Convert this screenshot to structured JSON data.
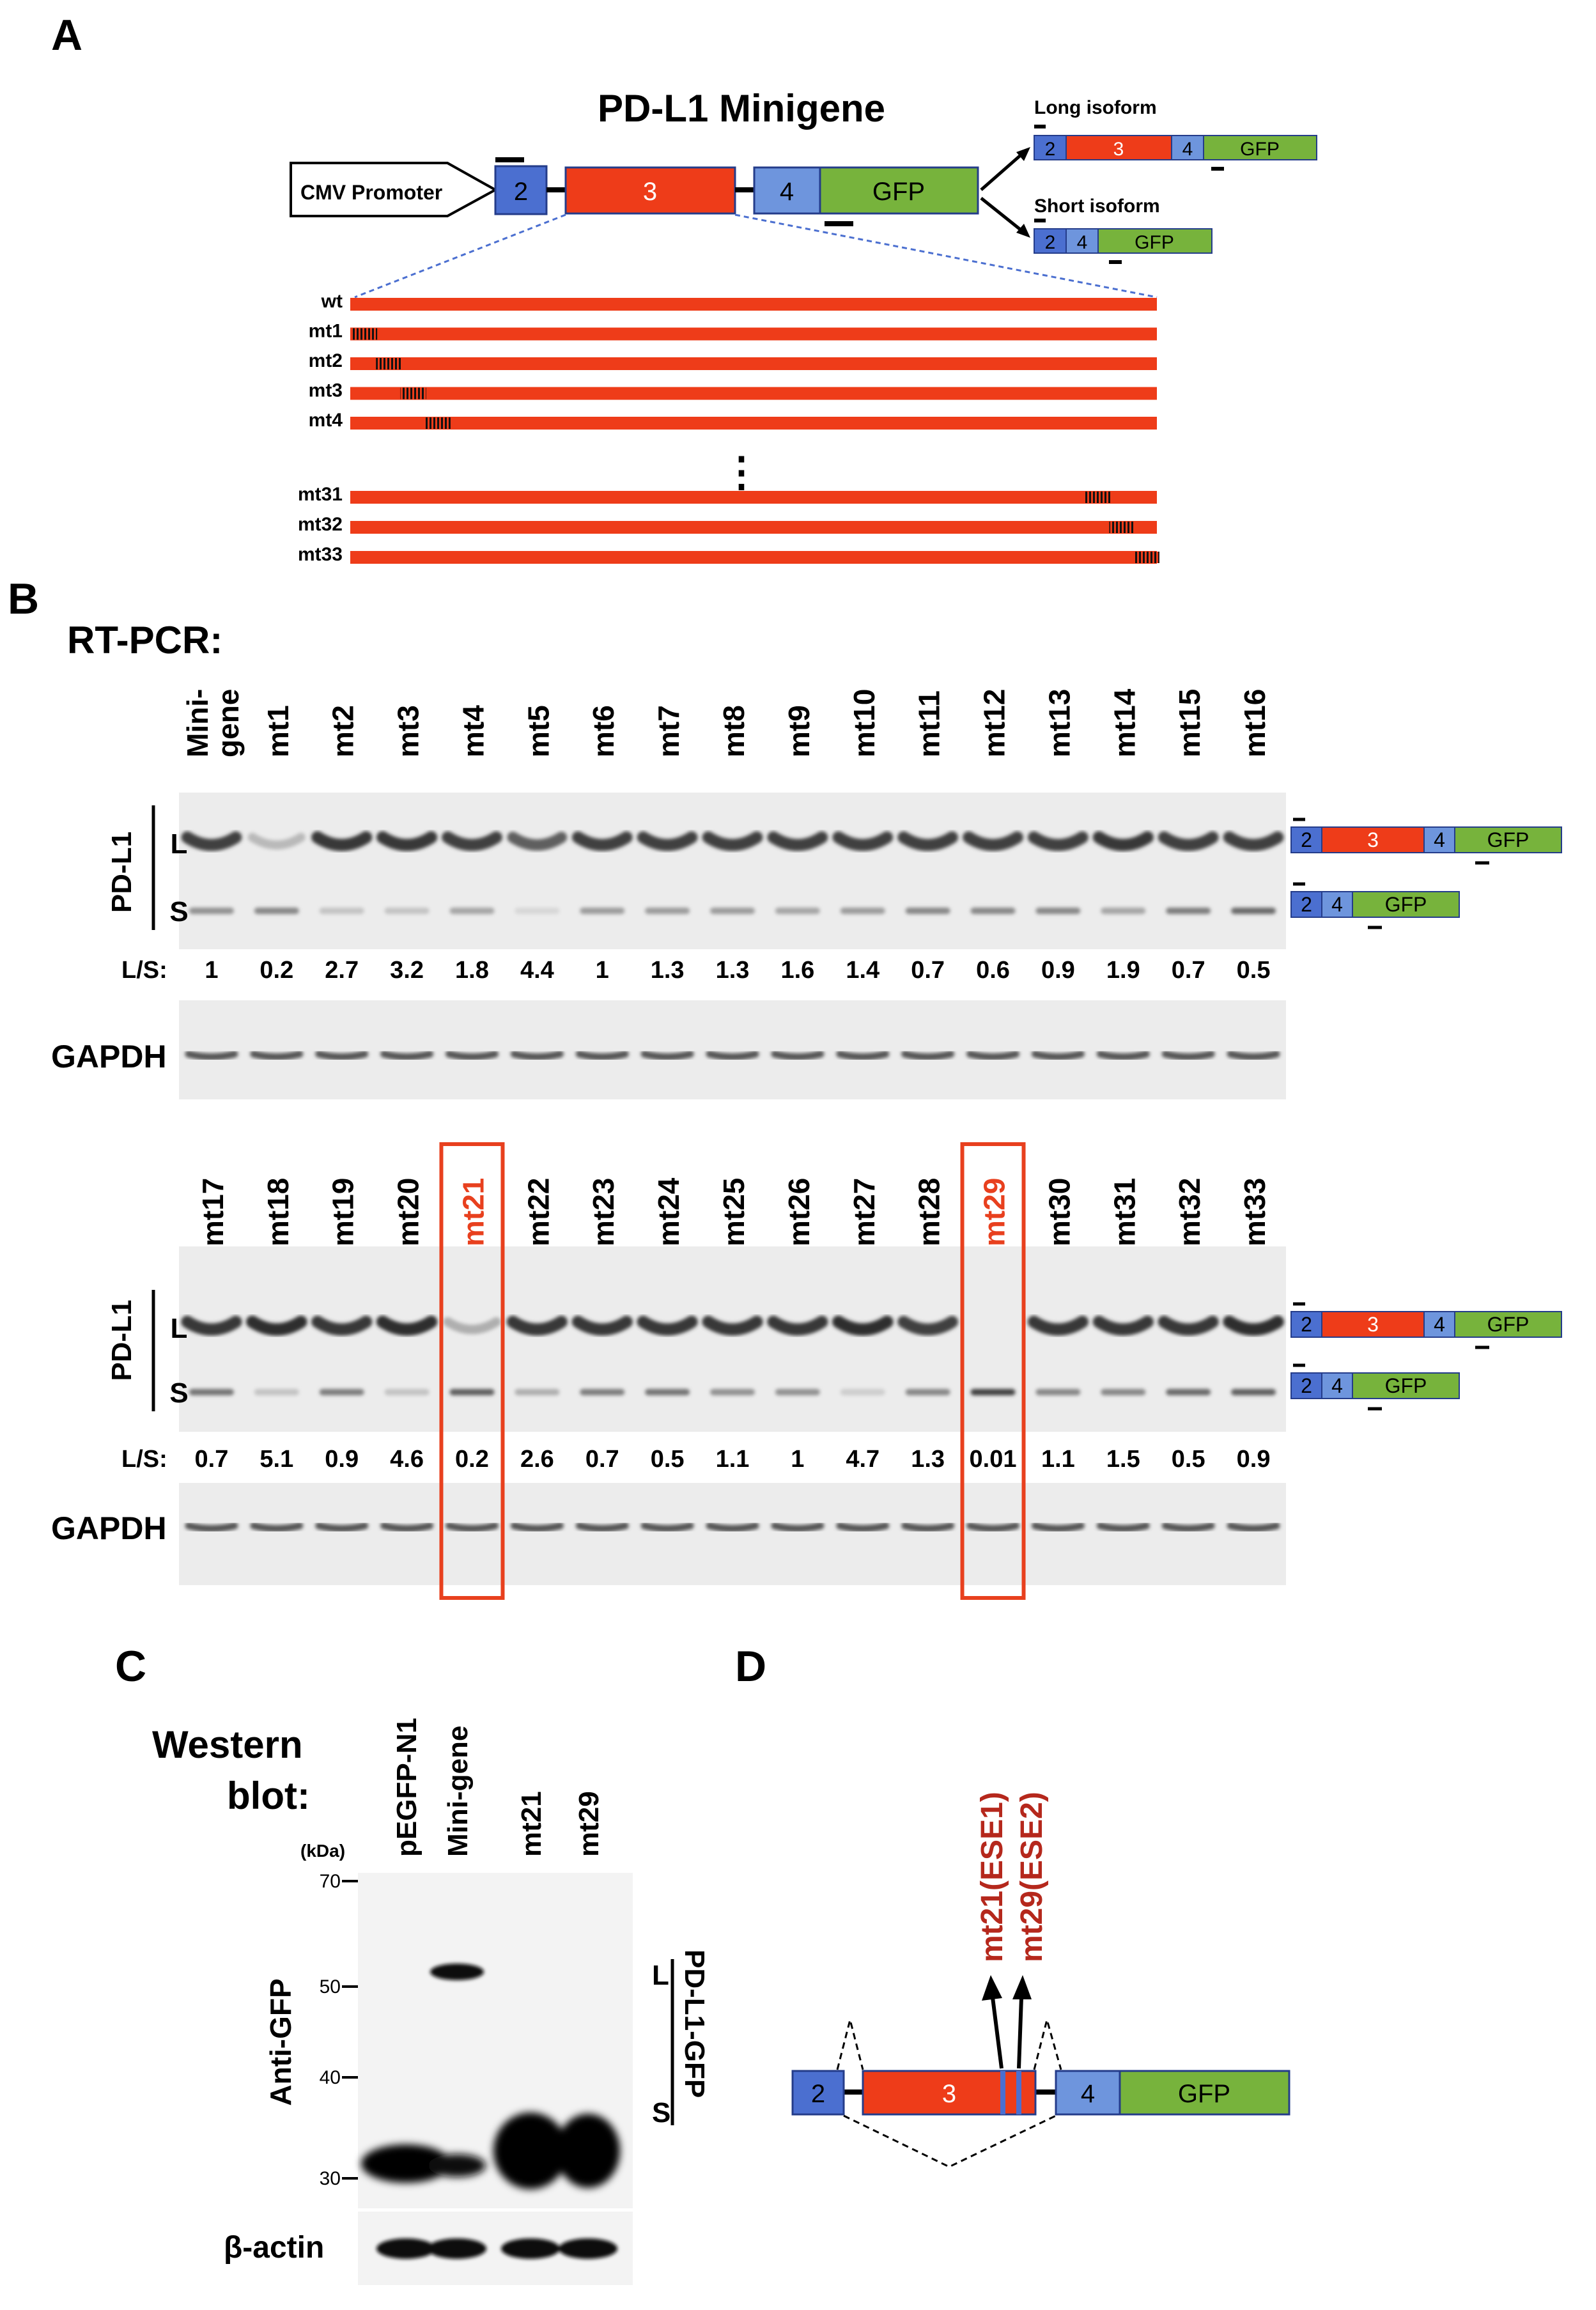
{
  "colors": {
    "exon_blue": "#4b6fd0",
    "exon4_blue": "#6e95dd",
    "exon3_red": "#ee3c19",
    "gfp_green": "#77b33c",
    "highlight_red": "#e8401e",
    "gel_bg": "#ececec",
    "blot_bg": "#f3f3f3",
    "ese_text": "#b5281c"
  },
  "panel_labels": {
    "a": "A",
    "b": "B",
    "c": "C",
    "d": "D"
  },
  "panel_a": {
    "title": "PD-L1 Minigene",
    "promoter": "CMV Promoter",
    "exon2": "2",
    "exon3": "3",
    "exon4": "4",
    "gfp": "GFP",
    "long_isoform": "Long isoform",
    "short_isoform": "Short isoform",
    "constructs": [
      {
        "label": "wt",
        "mark": null
      },
      {
        "label": "mt1",
        "mark": 0
      },
      {
        "label": "mt2",
        "mark": 1
      },
      {
        "label": "mt3",
        "mark": 2
      },
      {
        "label": "mt4",
        "mark": 3
      }
    ],
    "constructs_end": [
      {
        "label": "mt31",
        "mark": 30
      },
      {
        "label": "mt32",
        "mark": 31
      },
      {
        "label": "mt33",
        "mark": 32
      }
    ],
    "ellipsis": "⋮"
  },
  "panel_b": {
    "method": "RT-PCR:",
    "gene": "PD-L1",
    "band_long": "L",
    "band_short": "S",
    "ratio_label": "L/S:",
    "control": "GAPDH",
    "gel1": {
      "lanes": [
        "Mini-\ngene",
        "mt1",
        "mt2",
        "mt3",
        "mt4",
        "mt5",
        "mt6",
        "mt7",
        "mt8",
        "mt9",
        "mt10",
        "mt11",
        "mt12",
        "mt13",
        "mt14",
        "mt15",
        "mt16"
      ],
      "ratios": [
        "1",
        "0.2",
        "2.7",
        "3.2",
        "1.8",
        "4.4",
        "1",
        "1.3",
        "1.3",
        "1.6",
        "1.4",
        "0.7",
        "0.6",
        "0.9",
        "1.9",
        "0.7",
        "0.5"
      ],
      "long_intensity": [
        0.85,
        0.25,
        0.9,
        0.9,
        0.85,
        0.7,
        0.85,
        0.85,
        0.85,
        0.85,
        0.85,
        0.85,
        0.85,
        0.85,
        0.9,
        0.85,
        0.85
      ],
      "short_intensity": [
        0.45,
        0.5,
        0.2,
        0.2,
        0.35,
        0.1,
        0.4,
        0.4,
        0.4,
        0.35,
        0.4,
        0.5,
        0.5,
        0.5,
        0.35,
        0.55,
        0.65
      ]
    },
    "gel2": {
      "lanes": [
        "mt17",
        "mt18",
        "mt19",
        "mt20",
        "mt21",
        "mt22",
        "mt23",
        "mt24",
        "mt25",
        "mt26",
        "mt27",
        "mt28",
        "mt29",
        "mt30",
        "mt31",
        "mt32",
        "mt33"
      ],
      "ratios": [
        "0.7",
        "5.1",
        "0.9",
        "4.6",
        "0.2",
        "2.6",
        "0.7",
        "0.5",
        "1.1",
        "1",
        "4.7",
        "1.3",
        "0.01",
        "1.1",
        "1.5",
        "0.5",
        "0.9"
      ],
      "long_intensity": [
        0.9,
        0.95,
        0.9,
        0.95,
        0.3,
        0.9,
        0.9,
        0.9,
        0.9,
        0.9,
        0.95,
        0.85,
        0.0,
        0.9,
        0.9,
        0.9,
        0.95
      ],
      "short_intensity": [
        0.6,
        0.2,
        0.55,
        0.2,
        0.7,
        0.3,
        0.55,
        0.6,
        0.45,
        0.45,
        0.15,
        0.5,
        0.85,
        0.5,
        0.5,
        0.65,
        0.7
      ],
      "highlighted": [
        "mt21",
        "mt29"
      ]
    }
  },
  "panel_c": {
    "method_line1": "Western",
    "method_line2": "blot:",
    "lanes": [
      "pEGFP-N1",
      "Mini-gene",
      "mt21",
      "mt29"
    ],
    "kda_unit": "(kDa)",
    "markers": [
      "70",
      "50",
      "40",
      "30"
    ],
    "antibody": "Anti-GFP",
    "band_long": "L",
    "band_short": "S",
    "fusion": "PD-L1-GFP",
    "loading_control": "β-actin"
  },
  "panel_d": {
    "exon2": "2",
    "exon3": "3",
    "exon4": "4",
    "gfp": "GFP",
    "ese1": "mt21(ESE1)",
    "ese2": "mt29(ESE2)"
  }
}
